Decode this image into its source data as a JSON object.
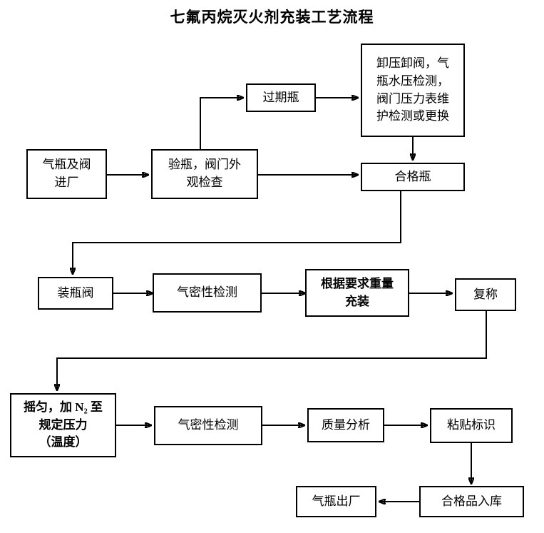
{
  "title": "七氟丙烷灭火剂充装工艺流程",
  "diagram": {
    "type": "flowchart",
    "orientation": "top-to-bottom",
    "nodes": [
      {
        "id": "intake",
        "label": "气瓶及阀\n进厂",
        "bold": false
      },
      {
        "id": "inspect",
        "label": "验瓶，阀门外\n观检查",
        "bold": false
      },
      {
        "id": "expired",
        "label": "过期瓶",
        "bold": false
      },
      {
        "id": "maintenance",
        "label": "卸压卸阀，气\n瓶水压检测，\n阀门压力表维\n护检测或更换",
        "bold": false
      },
      {
        "id": "qualified",
        "label": "合格瓶",
        "bold": false
      },
      {
        "id": "fitvalve",
        "label": "装瓶阀",
        "bold": false
      },
      {
        "id": "leaktest1",
        "label": "气密性检测",
        "bold": false
      },
      {
        "id": "fill",
        "label": "根据要求重量\n充装",
        "bold": true
      },
      {
        "id": "reweigh",
        "label": "复称",
        "bold": false
      },
      {
        "id": "shake",
        "label": "摇匀，加 N₂ 至\n规定压力\n（温度）",
        "bold": true
      },
      {
        "id": "leaktest2",
        "label": "气密性检测",
        "bold": false
      },
      {
        "id": "quality",
        "label": "质量分析",
        "bold": false
      },
      {
        "id": "label",
        "label": "粘贴标识",
        "bold": false
      },
      {
        "id": "warehouse",
        "label": "合格品入库",
        "bold": false
      },
      {
        "id": "shipout",
        "label": "气瓶出厂",
        "bold": false
      }
    ],
    "edges": [
      {
        "from": "intake",
        "to": "inspect"
      },
      {
        "from": "inspect",
        "to": "expired"
      },
      {
        "from": "inspect",
        "to": "qualified"
      },
      {
        "from": "expired",
        "to": "maintenance"
      },
      {
        "from": "maintenance",
        "to": "qualified"
      },
      {
        "from": "qualified",
        "to": "fitvalve"
      },
      {
        "from": "fitvalve",
        "to": "leaktest1"
      },
      {
        "from": "leaktest1",
        "to": "fill"
      },
      {
        "from": "fill",
        "to": "reweigh"
      },
      {
        "from": "reweigh",
        "to": "shake"
      },
      {
        "from": "shake",
        "to": "leaktest2"
      },
      {
        "from": "leaktest2",
        "to": "quality"
      },
      {
        "from": "quality",
        "to": "label"
      },
      {
        "from": "label",
        "to": "warehouse"
      },
      {
        "from": "warehouse",
        "to": "shipout"
      }
    ]
  },
  "colors": {
    "background": "#ffffff",
    "stroke": "#000000",
    "text": "#000000"
  }
}
